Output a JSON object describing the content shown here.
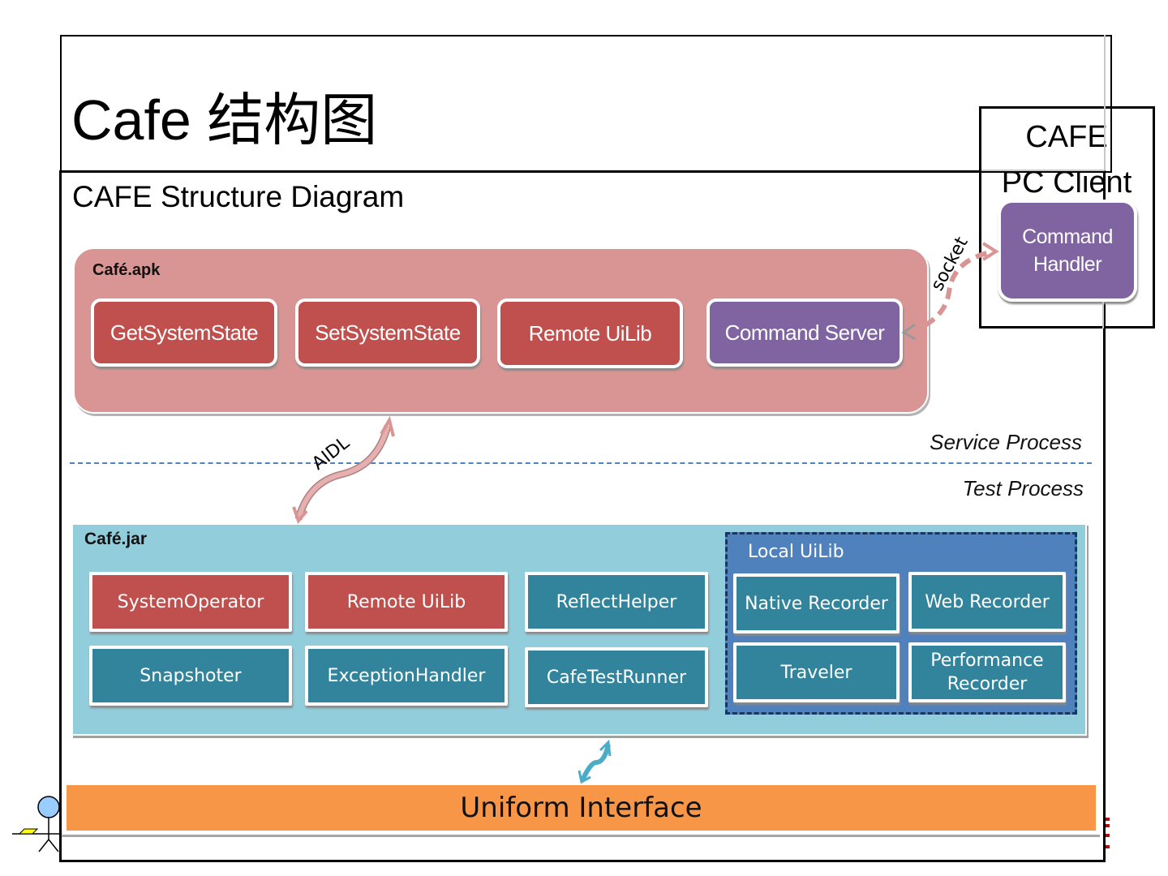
{
  "title": "Cafe 结构图",
  "subtitle": "CAFE Structure Diagram",
  "pc_client": {
    "title_line1": "CAFE",
    "title_line2": "PC Client",
    "command_handler_line1": "Command",
    "command_handler_line2": "Handler"
  },
  "apk": {
    "label": "Café.apk",
    "modules": [
      {
        "label": "GetSystemState",
        "color": "#c0504d"
      },
      {
        "label": "SetSystemState",
        "color": "#c0504d"
      },
      {
        "label": "Remote UiLib",
        "color": "#c0504d"
      },
      {
        "label": "Command Server",
        "color": "#8064a2"
      }
    ]
  },
  "connectors": {
    "socket": "socket",
    "aidl": "AIDL"
  },
  "process_labels": {
    "service": "Service Process",
    "test": "Test Process"
  },
  "jar": {
    "label": "Café.jar",
    "modules": [
      {
        "label": "SystemOperator",
        "color": "#c0504d"
      },
      {
        "label": "Remote UiLib",
        "color": "#c0504d"
      },
      {
        "label": "ReflectHelper",
        "color": "#31849b"
      },
      {
        "label": "Snapshoter",
        "color": "#31849b"
      },
      {
        "label": "ExceptionHandler",
        "color": "#31849b"
      },
      {
        "label": "CafeTestRunner",
        "color": "#31849b"
      }
    ],
    "local_uilib": {
      "label": "Local UiLib",
      "modules": [
        {
          "label": "Native Recorder"
        },
        {
          "label": "Web Recorder"
        },
        {
          "label": "Traveler"
        },
        {
          "label": "Performance Recorder",
          "line1": "Performance",
          "line2": "Recorder"
        }
      ]
    }
  },
  "uniform_interface": "Uniform Interface",
  "colors": {
    "apk_bg": "#d99594",
    "jar_bg": "#92cddc",
    "local_bg": "#4f81bd",
    "red_module": "#c0504d",
    "purple_module": "#8064a2",
    "teal_module": "#31849b",
    "uniform_bg": "#f79646"
  }
}
